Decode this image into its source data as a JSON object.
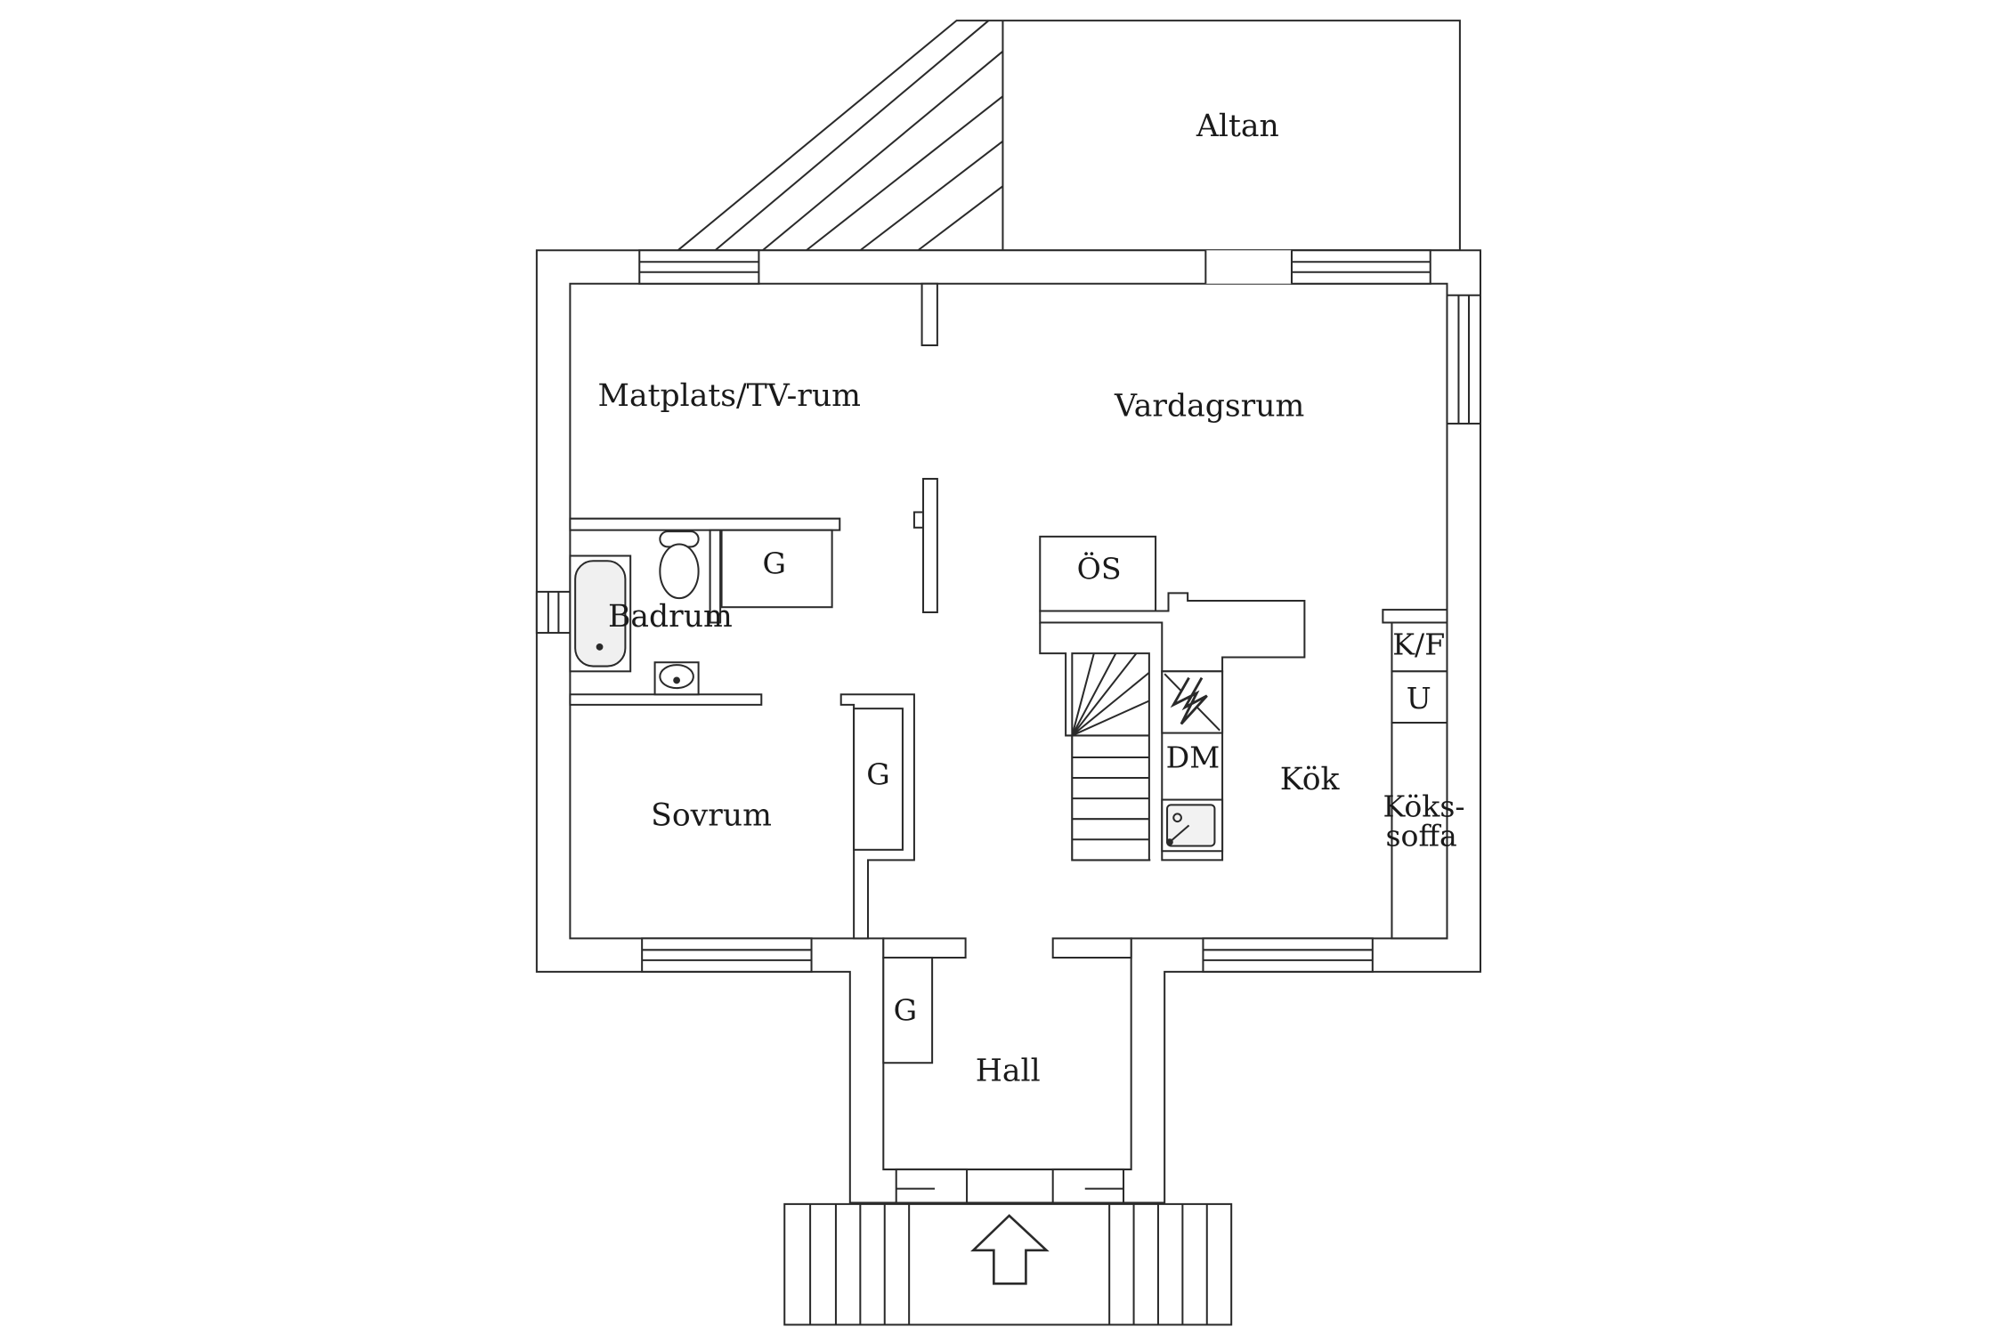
{
  "colors": {
    "line": "#2a2a2a",
    "wall_fill": "#ffffff",
    "background": "#ffffff"
  },
  "rooms": {
    "altan": "Altan",
    "matplats": "Matplats/TV-rum",
    "vardagsrum": "Vardagsrum",
    "badrum": "Badrum",
    "sovrum": "Sovrum",
    "kok": "Kök",
    "hall": "Hall"
  },
  "fixtures": {
    "garderob_bad": "G",
    "garderob_sov": "G",
    "garderob_hall": "G",
    "os": "ÖS",
    "dm": "DM",
    "kf": "K/F",
    "u": "U",
    "koks_line1": "Köks-",
    "koks_line2": "soffa"
  },
  "icons": [
    "bathtub-icon",
    "toilet-icon",
    "sink-icon",
    "stove-icon",
    "kitchen-sink-icon",
    "entrance-arrow-icon",
    "staircase-icon"
  ]
}
